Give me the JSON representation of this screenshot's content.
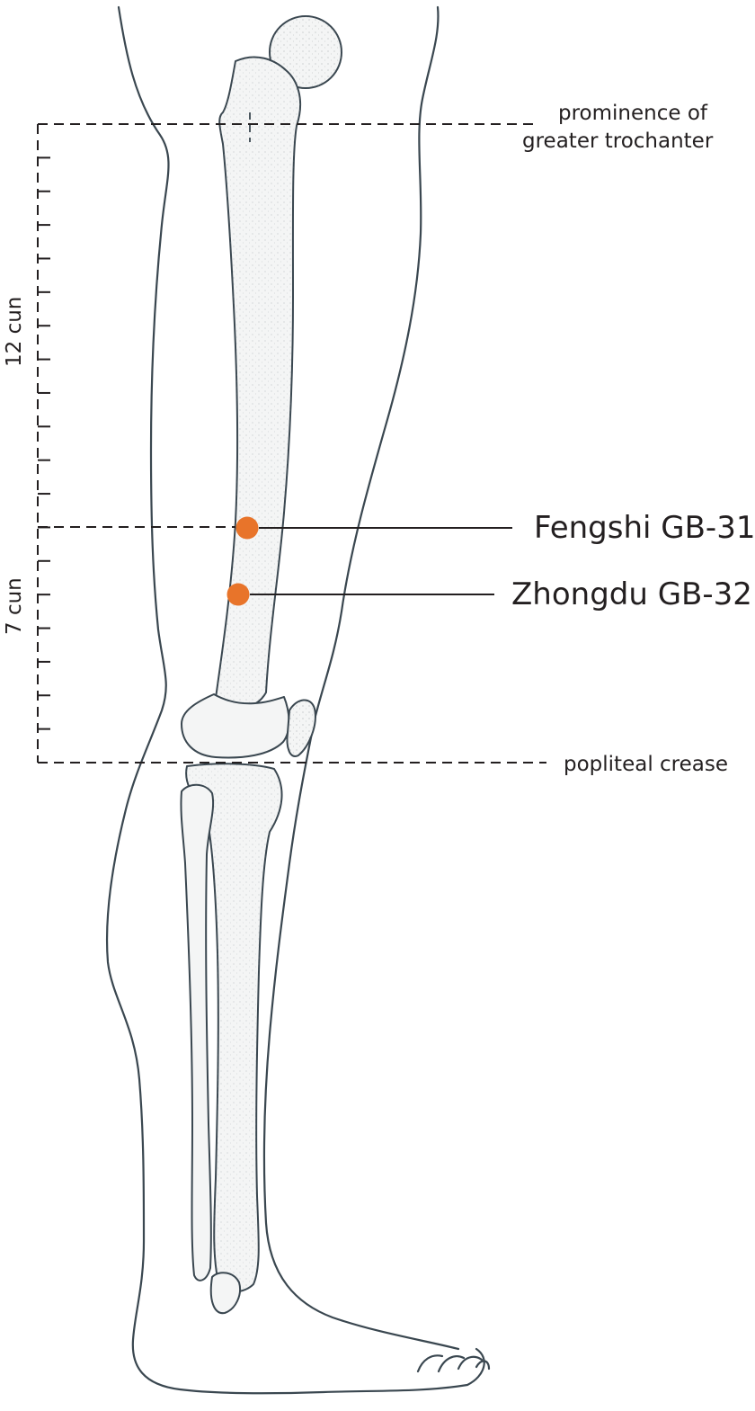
{
  "labels": {
    "trochanter_line1": "prominence of",
    "trochanter_line2": "greater trochanter",
    "popliteal": "popliteal crease",
    "upper_measure": "12 cun",
    "lower_measure": "7 cun"
  },
  "points": {
    "gb31": "Fengshi GB-31",
    "gb32": "Zhongdu GB-32"
  },
  "colors": {
    "acupoint": "#e8742a",
    "outline": "#3a4750",
    "text": "#231f20",
    "bone_fill": "#f4f5f5"
  }
}
